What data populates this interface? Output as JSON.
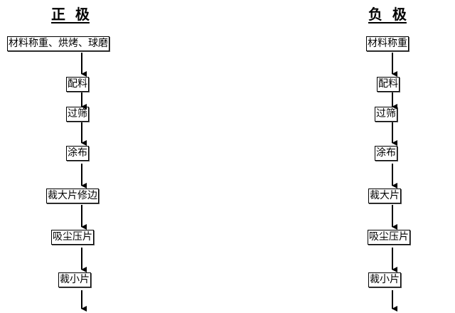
{
  "positive": {
    "title": "正  极",
    "steps": [
      "材料称重、烘烤、球磨",
      "配料",
      "过筛",
      "涂布",
      "裁大片修边",
      "吸尘压片",
      "裁小片"
    ]
  },
  "negative": {
    "title": "负  极",
    "steps": [
      "材料称重",
      "配料",
      "过筛",
      "涂布",
      "裁大片",
      "吸尘压片",
      "裁小片"
    ]
  }
}
